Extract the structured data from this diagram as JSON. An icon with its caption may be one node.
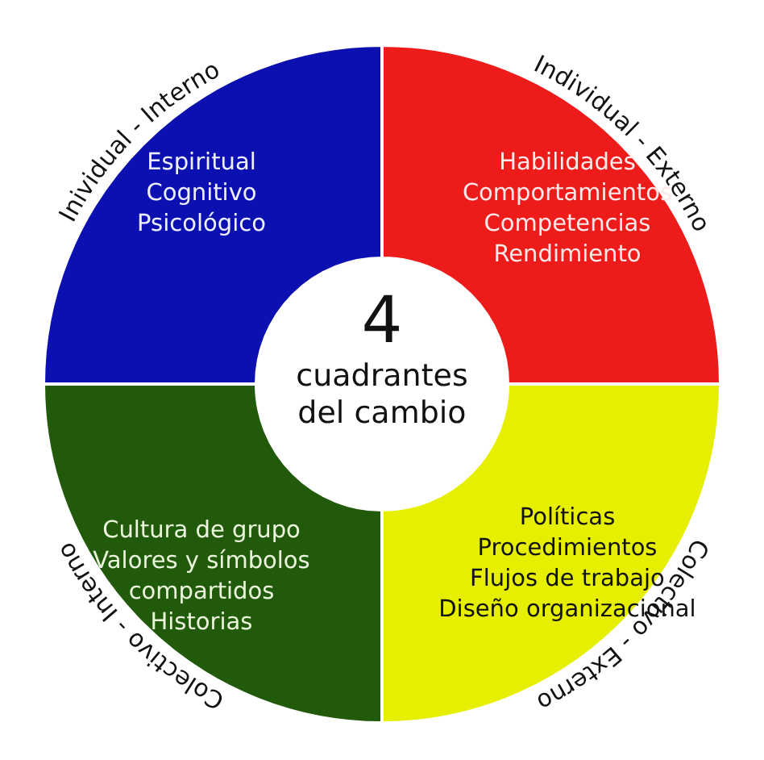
{
  "diagram": {
    "nodes": [
      {
        "text": [
          "Espiritual",
          "Cognitivo",
          "Psicológico"
        ],
        "beside": [
          "Inividual - Interno"
        ]
      },
      {
        "text": [
          "Habilidades",
          "Comportamientos",
          "Competencias",
          "Rendimiento"
        ],
        "beside": [
          "Individual - Externo"
        ]
      },
      {
        "text": [
          "4",
          "cuadrantes del cambio"
        ]
      },
      {
        "text": [
          "Cultura de grupo",
          "Valores y símbolos compartidos",
          "Historias"
        ],
        "beside": [
          "Colectivo - Interno"
        ]
      },
      {
        "text": [
          "Políticas",
          "Procedimientos",
          "Flujos de trabajo",
          "Diseño organizacional"
        ],
        "beside": [
          "Colectivo - Externo"
        ]
      }
    ],
    "edges": []
  }
}
